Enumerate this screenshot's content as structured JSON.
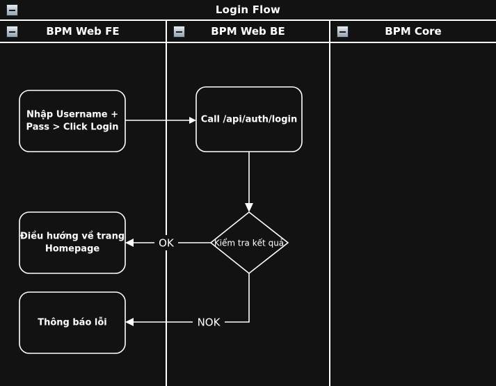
{
  "diagram": {
    "title": "Login Flow",
    "collapse_icon": "minus-icon",
    "background_color": "#121212",
    "stroke_color": "#ffffff",
    "text_color": "#ffffff",
    "lanes": [
      {
        "id": "fe",
        "label": "BPM Web FE",
        "collapse_icon": "minus-icon"
      },
      {
        "id": "be",
        "label": "BPM Web BE",
        "collapse_icon": "minus-icon"
      },
      {
        "id": "core",
        "label": "BPM Core",
        "collapse_icon": "minus-icon"
      }
    ],
    "nodes": [
      {
        "id": "input-credentials",
        "type": "process",
        "lane": "fe",
        "line1": "Nhập Username +",
        "line2": "Pass > Click Login"
      },
      {
        "id": "call-login-api",
        "type": "process",
        "lane": "be",
        "line1": "Call /api/auth/login",
        "line2": ""
      },
      {
        "id": "check-result",
        "type": "decision",
        "lane": "be",
        "line1": "Kiểm tra kết quả",
        "line2": ""
      },
      {
        "id": "redirect-homepage",
        "type": "process",
        "lane": "fe",
        "line1": "Điều hướng về trang",
        "line2": "Homepage"
      },
      {
        "id": "show-error",
        "type": "process",
        "lane": "fe",
        "line1": "Thông báo lỗi",
        "line2": ""
      }
    ],
    "edges": [
      {
        "id": "e1",
        "from": "input-credentials",
        "to": "call-login-api",
        "label": ""
      },
      {
        "id": "e2",
        "from": "call-login-api",
        "to": "check-result",
        "label": ""
      },
      {
        "id": "e3",
        "from": "check-result",
        "to": "redirect-homepage",
        "label": "OK"
      },
      {
        "id": "e4",
        "from": "check-result",
        "to": "show-error",
        "label": "NOK"
      }
    ]
  }
}
